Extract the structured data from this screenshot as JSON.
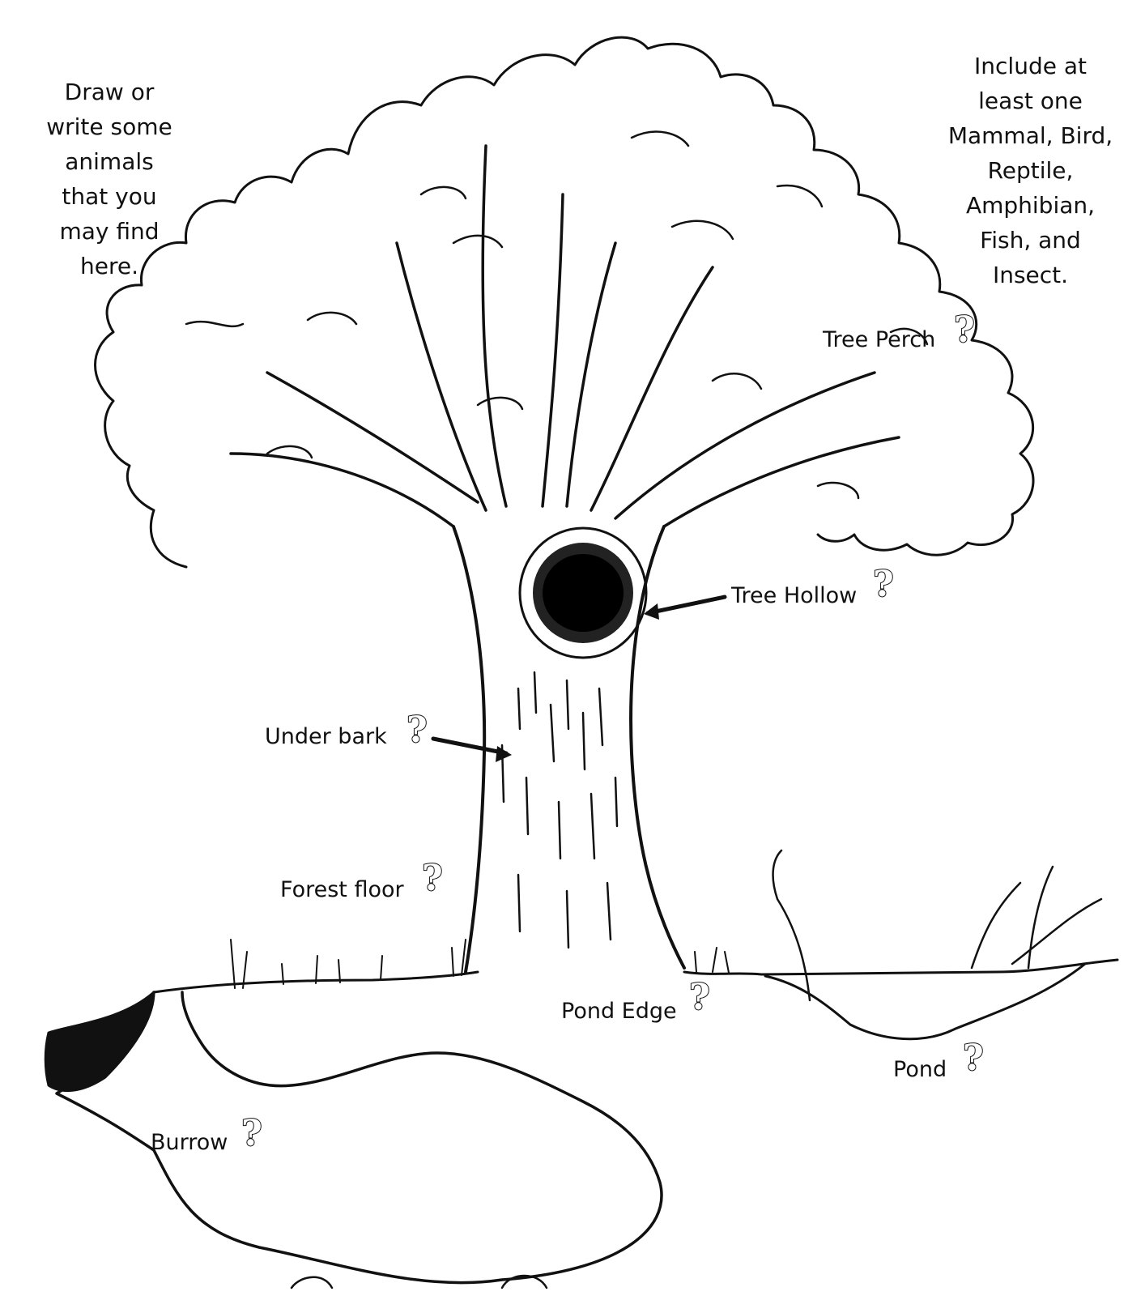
{
  "notes": {
    "left": "Draw or\nwrite some\nanimals\nthat you\nmay find\nhere.",
    "right": "Include at\nleast one\nMammal, Bird,\nReptile,\nAmphibian,\nFish, and\nInsect."
  },
  "labels": {
    "tree_perch": "Tree Perch",
    "tree_hollow": "Tree Hollow",
    "under_bark": "Under bark",
    "forest_floor": "Forest floor",
    "pond_edge": "Pond Edge",
    "pond": "Pond",
    "burrow": "Burrow"
  },
  "question_mark": "?",
  "colors": {
    "ink": "#111111",
    "paper": "#ffffff"
  }
}
